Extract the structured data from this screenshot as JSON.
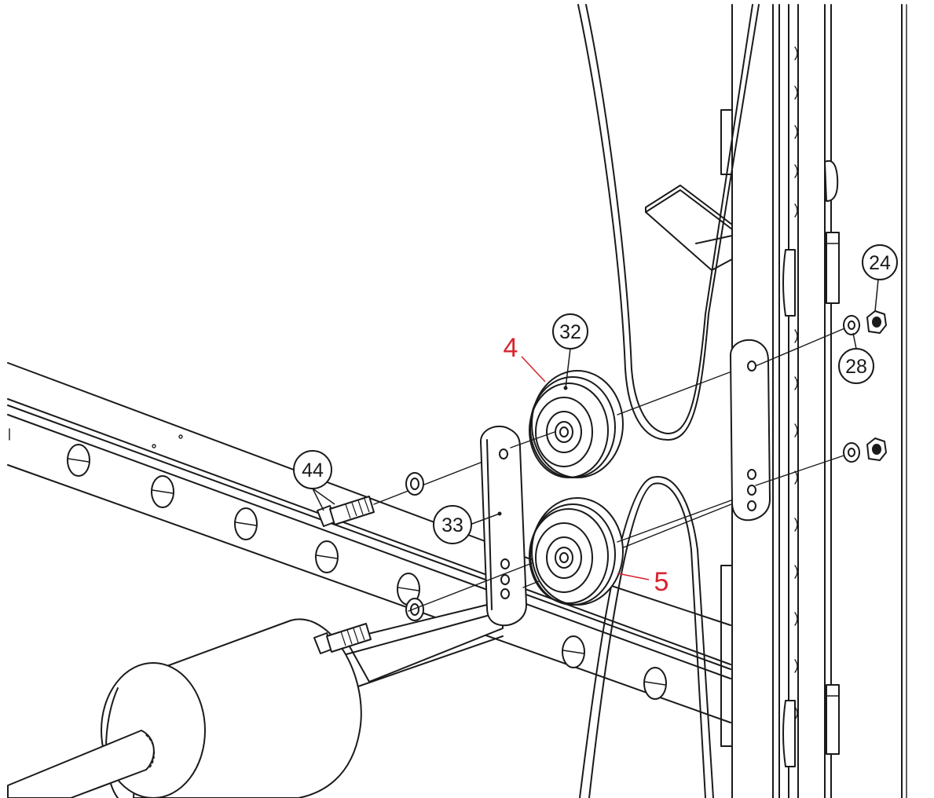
{
  "callouts": [
    {
      "label": "32"
    },
    {
      "label": "24"
    },
    {
      "label": "28"
    },
    {
      "label": "44"
    },
    {
      "label": "33"
    }
  ],
  "red_labels": [
    {
      "label": "4"
    },
    {
      "label": "5"
    }
  ],
  "colors": {
    "line": "#1a1a1a",
    "red_label": "#d9232e",
    "background": "#ffffff"
  }
}
